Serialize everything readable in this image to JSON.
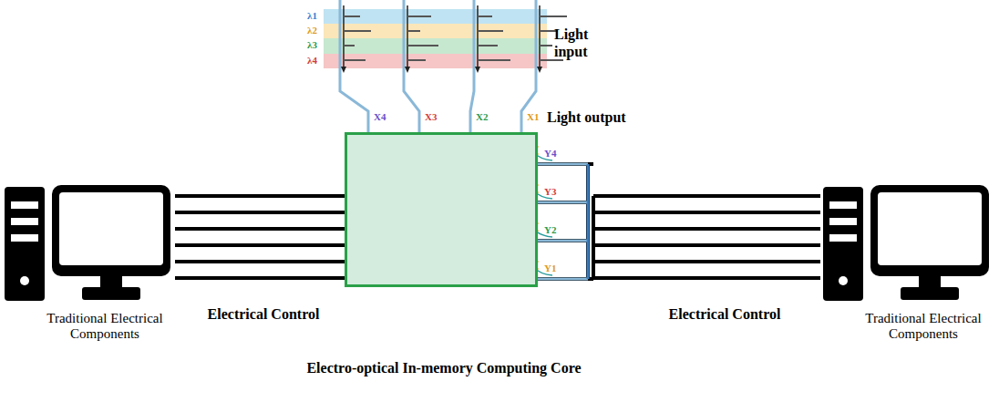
{
  "diagram": {
    "nodes": [
      {
        "text": [
          "Traditional Electrical Components"
        ]
      },
      {
        "text": [
          "Electro-optical In-memory Computing Core"
        ]
      },
      {
        "text": [
          "Traditional Electrical Components"
        ]
      }
    ],
    "edges": [
      {
        "from": 0,
        "to": 1,
        "label": "Electrical Control",
        "arrow": "none"
      },
      {
        "from": 1,
        "to": 2,
        "label": "Electrical Control",
        "arrow": "none"
      }
    ],
    "labels": [
      "Light input",
      "Light output",
      "λ1",
      "λ2",
      "λ3",
      "λ4",
      "X4",
      "X3",
      "X2",
      "X1",
      "Y4",
      "Y3",
      "Y2",
      "Y1"
    ]
  }
}
